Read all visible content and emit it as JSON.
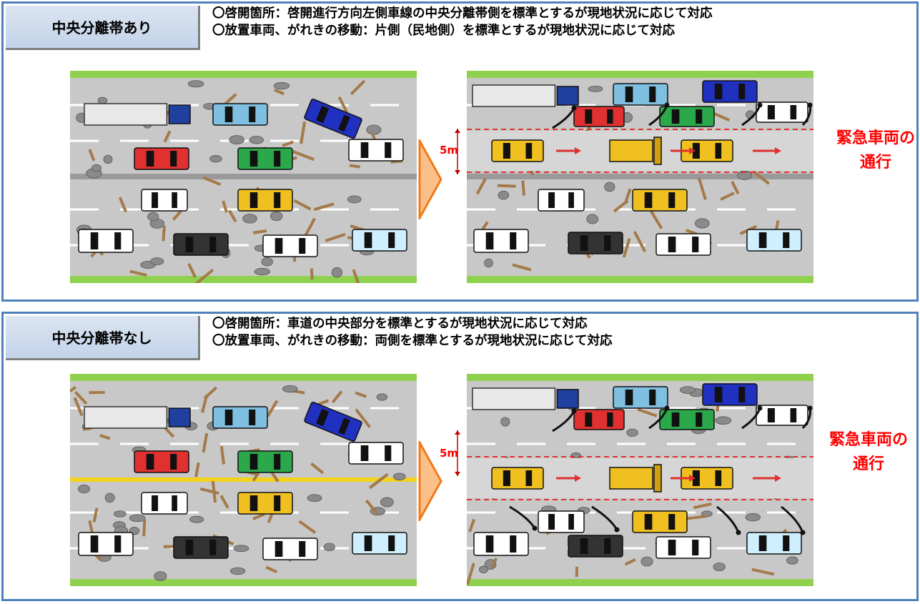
{
  "sections": [
    {
      "tag": "中央分離帯あり",
      "lines": [
        "〇啓開箇所：啓開進行方向左側車線の中央分離帯側を標準とするが現地状況に応じて対応",
        "〇放置車両、がれきの移動：片側（民地側）を標準とするが現地状況に応じて対応"
      ],
      "width_label": "5m",
      "emergency_label_line1": "緊急車両の",
      "emergency_label_line2": "通行"
    },
    {
      "tag": "中央分離帯なし",
      "lines": [
        "〇啓開箇所：車道の中央部分を標準とするが現地状況に応じて対応",
        "〇放置車両、がれきの移動：両側を標準とするが現地状況に応じて対応"
      ],
      "width_label": "5m",
      "emergency_label_line1": "緊急車両の",
      "emergency_label_line2": "通行"
    }
  ],
  "colors": {
    "frame": "#4f81bd",
    "grass": "#8fd14f",
    "road": "#c8c8c8",
    "median_rail": "#9a9a9a",
    "center_line": "#f2d21b",
    "cleared_line": "#e03030",
    "emergency_text": "#ff0000"
  },
  "icons": [
    "abandoned-car-icon",
    "truck-icon",
    "debris-icon",
    "bulldozer-icon",
    "move-arrow-icon",
    "step-arrow-icon"
  ]
}
